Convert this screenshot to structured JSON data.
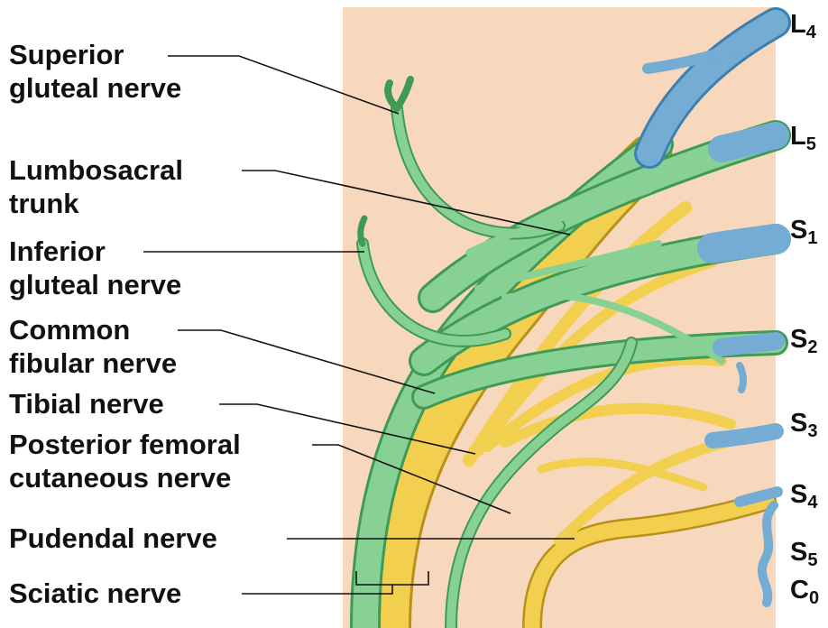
{
  "labels": {
    "superior_gluteal": [
      "Superior",
      "gluteal nerve"
    ],
    "lumbosacral_trunk": [
      "Lumbosacral",
      "trunk"
    ],
    "inferior_gluteal": [
      "Inferior",
      "gluteal nerve"
    ],
    "common_fibular": [
      "Common",
      "fibular nerve"
    ],
    "tibial": [
      "Tibial nerve"
    ],
    "posterior_femoral_cutaneous": [
      "Posterior femoral",
      "cutaneous nerve"
    ],
    "pudendal": [
      "Pudendal nerve"
    ],
    "sciatic": [
      "Sciatic nerve"
    ]
  },
  "roots": [
    {
      "letter": "L",
      "num": "4"
    },
    {
      "letter": "L",
      "num": "5"
    },
    {
      "letter": "S",
      "num": "1"
    },
    {
      "letter": "S",
      "num": "2"
    },
    {
      "letter": "S",
      "num": "3"
    },
    {
      "letter": "S",
      "num": "4"
    },
    {
      "letter": "S",
      "num": "5"
    },
    {
      "letter": "C",
      "num": "0"
    }
  ],
  "colors": {
    "background_panel": "#f7d8bd",
    "root_blue": "#74acd3",
    "nerve_green": "#82cc8e",
    "nerve_yellow": "#f1cd4c",
    "leader_line": "#111111"
  }
}
